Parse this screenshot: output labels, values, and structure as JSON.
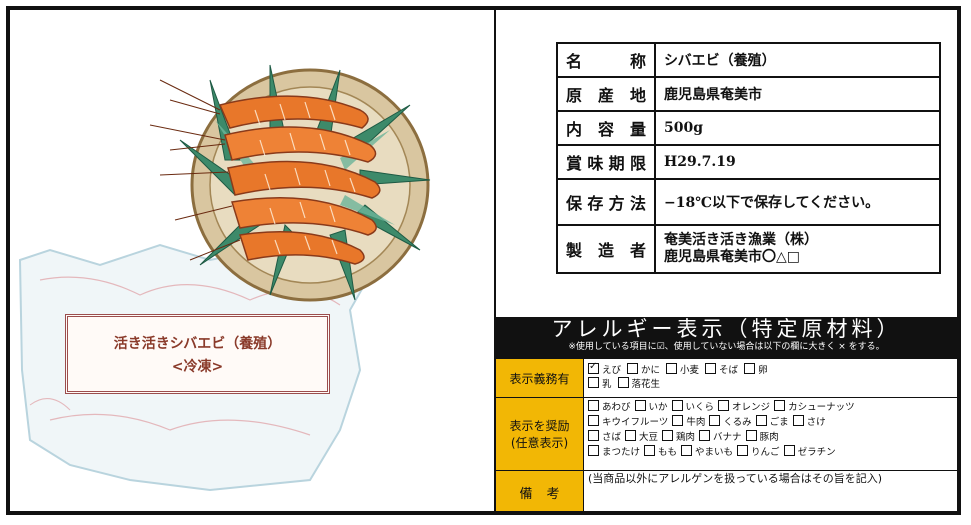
{
  "illustration": {
    "name": "Shrimp on plate illustration",
    "package_label": {
      "line1": "活き活きシバエビ（養殖）",
      "line2": "<冷凍>"
    }
  },
  "info_table": [
    {
      "key": "名称",
      "chars": [
        "名",
        "称"
      ],
      "value": "シバエビ（養殖）"
    },
    {
      "key": "原産地",
      "chars": [
        "原",
        "産",
        "地"
      ],
      "value": "鹿児島県奄美市"
    },
    {
      "key": "内容量",
      "chars": [
        "内",
        "容",
        "量"
      ],
      "value": "500g"
    },
    {
      "key": "賞味期限",
      "chars": [
        "賞",
        "味",
        "期",
        "限"
      ],
      "value": "H29.7.19"
    },
    {
      "key": "保存方法",
      "chars": [
        "保",
        "存",
        "方",
        "法"
      ],
      "value": "−18℃以下で保存してください。"
    },
    {
      "key": "製造者",
      "chars": [
        "製",
        "造",
        "者"
      ],
      "value_line1": "奄美活き活き漁業（株）",
      "value_line2": "鹿児島県奄美市〇△□"
    }
  ],
  "allergy": {
    "title": "アレルギー表示（特定原材料）",
    "note": "※使用している項目に☑、使用していない場合は以下の欄に大きく × をする。",
    "mandatory": {
      "label": "表示義務有",
      "items": [
        {
          "text": "えび",
          "checked": true
        },
        {
          "text": "かに",
          "checked": false
        },
        {
          "text": "小麦",
          "checked": false
        },
        {
          "text": "そば",
          "checked": false
        },
        {
          "text": "卵",
          "checked": false
        },
        {
          "text": "乳",
          "checked": false
        },
        {
          "text": "落花生",
          "checked": false
        }
      ]
    },
    "recommended": {
      "label_line1": "表示を奨励",
      "label_line2": "(任意表示)",
      "items": [
        "あわび",
        "いか",
        "いくら",
        "オレンジ",
        "カシューナッツ",
        "キウイフルーツ",
        "牛肉",
        "くるみ",
        "ごま",
        "さけ",
        "さば",
        "大豆",
        "鶏肉",
        "バナナ",
        "豚肉",
        "まつたけ",
        "もも",
        "やまいも",
        "りんご",
        "ゼラチン"
      ]
    },
    "remarks": {
      "label": "備考",
      "text": "(当商品以外にアレルゲンを扱っている場合はその旨を記入)"
    }
  },
  "colors": {
    "allergy_label_bg": "#f2b705",
    "border": "#111111",
    "shrimp": "#e8772a"
  }
}
